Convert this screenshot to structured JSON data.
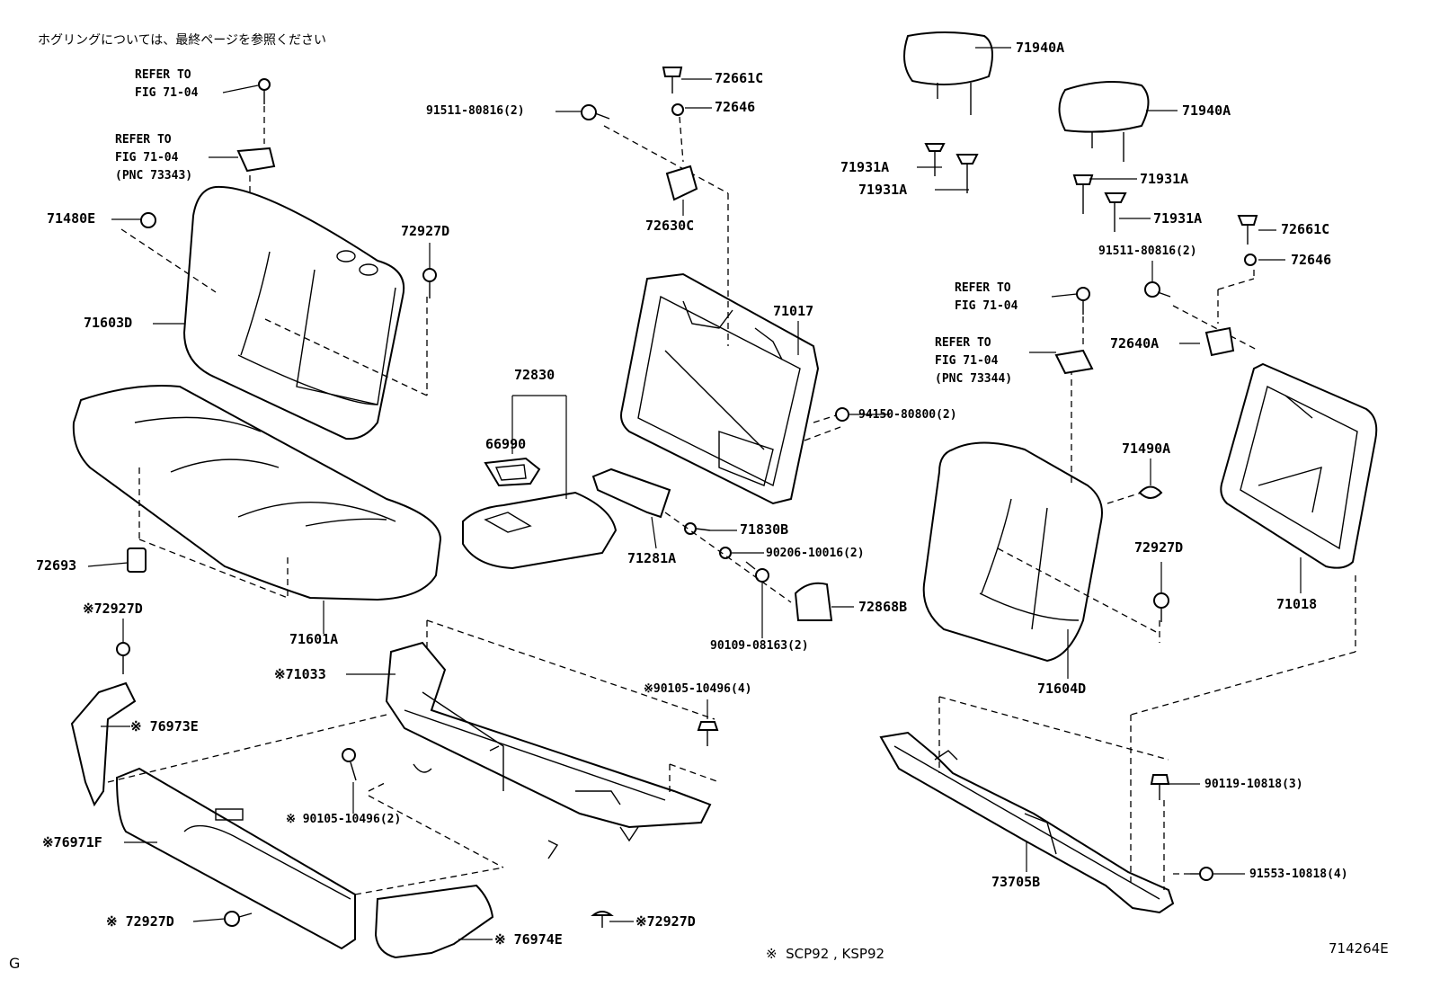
{
  "header_note": "ホグリングについては、最終ページを参照ください",
  "footer": {
    "left_mark": "G",
    "models_note": "※  SCP92 , KSP92",
    "figure_code": "714264E"
  },
  "labels": [
    {
      "id": "refer-a-1",
      "text": "REFER TO"
    },
    {
      "id": "refer-a-2",
      "text": "FIG 71-04"
    },
    {
      "id": "refer-b-1",
      "text": "REFER TO"
    },
    {
      "id": "refer-b-2",
      "text": "FIG 71-04"
    },
    {
      "id": "refer-b-3",
      "text": "(PNC 73343)"
    },
    {
      "id": "p71480E",
      "text": "71480E"
    },
    {
      "id": "p72927D-a",
      "text": "72927D"
    },
    {
      "id": "p71603D",
      "text": "71603D"
    },
    {
      "id": "p72693",
      "text": "72693"
    },
    {
      "id": "p71601A",
      "text": "71601A"
    },
    {
      "id": "p72927D-b",
      "text": "※72927D"
    },
    {
      "id": "p76973E",
      "text": "※ 76973E"
    },
    {
      "id": "p76971F",
      "text": "※76971F"
    },
    {
      "id": "p72927D-c",
      "text": "※ 72927D"
    },
    {
      "id": "p76974E",
      "text": "※ 76974E"
    },
    {
      "id": "p72927D-d",
      "text": "※72927D"
    },
    {
      "id": "p90105-a",
      "text": "※ 90105-10496(2)"
    },
    {
      "id": "p71033",
      "text": "※71033"
    },
    {
      "id": "p90105-b",
      "text": "※90105-10496(4)"
    },
    {
      "id": "p91511-a",
      "text": "91511-80816(2)"
    },
    {
      "id": "p72661C-a",
      "text": "72661C"
    },
    {
      "id": "p72646-a",
      "text": "72646"
    },
    {
      "id": "p72630C",
      "text": "72630C"
    },
    {
      "id": "p71017",
      "text": "71017"
    },
    {
      "id": "p72830",
      "text": "72830"
    },
    {
      "id": "p66990",
      "text": "66990"
    },
    {
      "id": "p94150",
      "text": "94150-80800(2)"
    },
    {
      "id": "p71281A",
      "text": "71281A"
    },
    {
      "id": "p71830B",
      "text": "71830B"
    },
    {
      "id": "p90206",
      "text": "90206-10016(2)"
    },
    {
      "id": "p72868B",
      "text": "72868B"
    },
    {
      "id": "p90109",
      "text": "90109-08163(2)"
    },
    {
      "id": "p71940A-a",
      "text": "71940A"
    },
    {
      "id": "p71940A-b",
      "text": "71940A"
    },
    {
      "id": "p71931A-a",
      "text": "71931A"
    },
    {
      "id": "p71931A-b",
      "text": "71931A"
    },
    {
      "id": "p71931A-c",
      "text": "71931A"
    },
    {
      "id": "p71931A-d",
      "text": "71931A"
    },
    {
      "id": "p72661C-b",
      "text": "72661C"
    },
    {
      "id": "p91511-b",
      "text": "91511-80816(2)"
    },
    {
      "id": "p72646-b",
      "text": "72646"
    },
    {
      "id": "refer-c-1",
      "text": "REFER TO"
    },
    {
      "id": "refer-c-2",
      "text": "FIG 71-04"
    },
    {
      "id": "p72640A",
      "text": "72640A"
    },
    {
      "id": "refer-d-1",
      "text": "REFER TO"
    },
    {
      "id": "refer-d-2",
      "text": "FIG 71-04"
    },
    {
      "id": "refer-d-3",
      "text": "(PNC 73344)"
    },
    {
      "id": "p71490A",
      "text": "71490A"
    },
    {
      "id": "p72927D-e",
      "text": "72927D"
    },
    {
      "id": "p71018",
      "text": "71018"
    },
    {
      "id": "p71604D",
      "text": "71604D"
    },
    {
      "id": "p90119",
      "text": "90119-10818(3)"
    },
    {
      "id": "p73705B",
      "text": "73705B"
    },
    {
      "id": "p91553",
      "text": "91553-10818(4)"
    }
  ]
}
